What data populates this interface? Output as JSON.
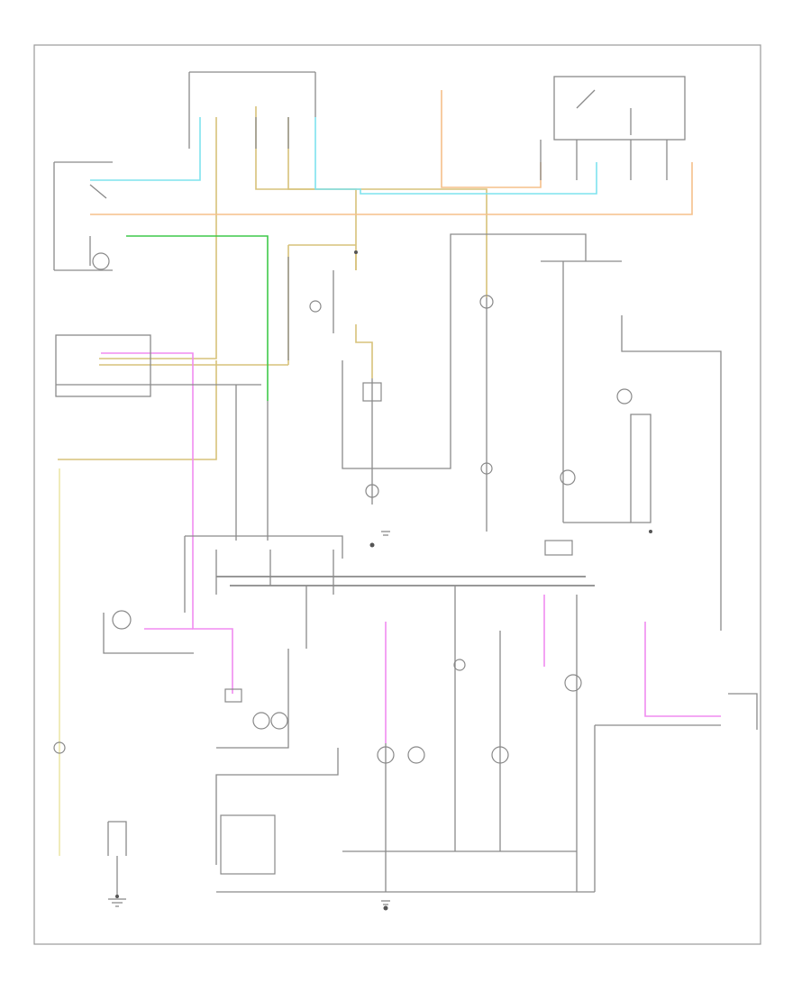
{
  "diagram": {
    "figure_code": "",
    "colors": {
      "frame": "#999999",
      "wire_default": "#8a8a8a",
      "wire_yellow": "#d7c27a",
      "wire_cyan": "#7fe3ee",
      "wire_orange": "#f5c08a",
      "wire_green": "#3fc94a",
      "wire_pink": "#f08cf0",
      "wire_light_yellow": "#ece7a8"
    },
    "components": [
      {
        "id": "top-fuse-block",
        "icon": "fuse-block-icon"
      },
      {
        "id": "hot-at-all-times-fuse",
        "icon": "fuse-icon"
      },
      {
        "id": "top-right-relay",
        "icon": "relay-icon"
      },
      {
        "id": "headlamp-switch",
        "icon": "switch-icon"
      },
      {
        "id": "left-indicator-lamp",
        "icon": "lamp-icon"
      },
      {
        "id": "center-switch",
        "icon": "switch-icon"
      },
      {
        "id": "center-lamp",
        "icon": "lamp-icon"
      },
      {
        "id": "right-lamp",
        "icon": "lamp-icon"
      },
      {
        "id": "right-indicator-lamp",
        "icon": "lamp-icon"
      },
      {
        "id": "instrument-cluster",
        "icon": "connector-icon"
      },
      {
        "id": "left-round-lamp",
        "icon": "lamp-icon"
      },
      {
        "id": "lower-left-switch",
        "icon": "switch-icon"
      },
      {
        "id": "lower-lamp-left",
        "icon": "lamp-icon"
      },
      {
        "id": "lower-lamp-center",
        "icon": "lamp-icon"
      },
      {
        "id": "lower-lamp-right",
        "icon": "lamp-icon"
      },
      {
        "id": "lower-right-lamp",
        "icon": "lamp-icon"
      },
      {
        "id": "bottom-module",
        "icon": "module-icon"
      },
      {
        "id": "bottom-left-switch",
        "icon": "switch-icon"
      },
      {
        "id": "ground-bottom-left",
        "icon": "ground-icon"
      },
      {
        "id": "ground-center",
        "icon": "ground-icon"
      },
      {
        "id": "ground-bottom-center",
        "icon": "ground-icon"
      }
    ]
  }
}
